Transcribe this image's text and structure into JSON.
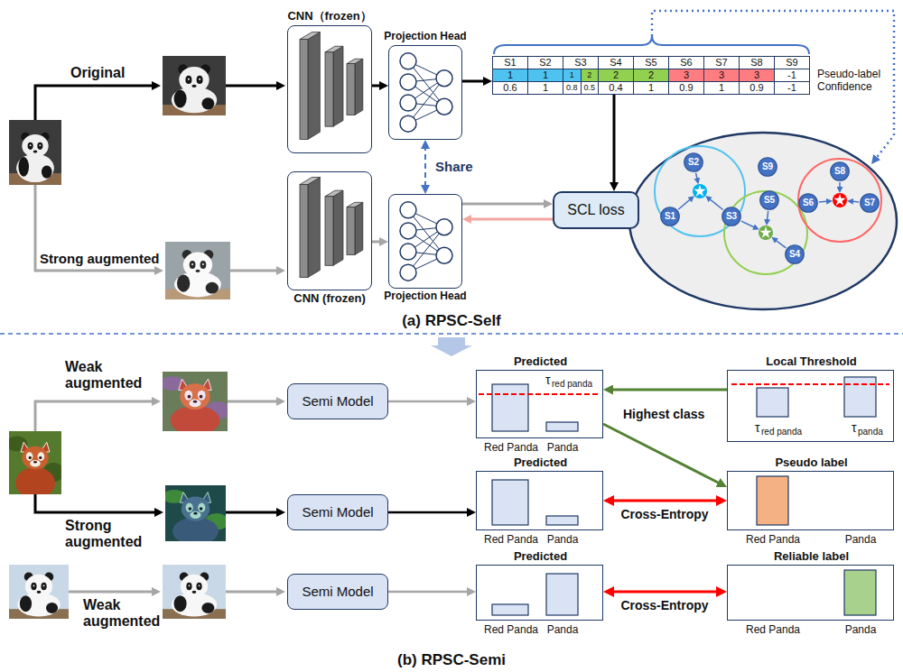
{
  "diagram": {
    "nodes": [
      {
        "text": [
          "CNN（frozen）"
        ]
      },
      {
        "text": [
          "Projection Head"
        ]
      },
      {
        "text": [
          "S1",
          "S2",
          "S3",
          "S4",
          "S5",
          "S6",
          "S7",
          "S8",
          "S9",
          "1",
          "1",
          "1",
          "2",
          "2",
          "2",
          "3",
          "3",
          "3",
          "-1",
          "0.6",
          "1",
          "0.8",
          "0.5",
          "0.4",
          "1",
          "0.9",
          "1",
          "0.9",
          "-1",
          "Pseudo-label",
          "Confidence"
        ]
      },
      {
        "text": [
          "CNN (frozen)"
        ]
      },
      {
        "text": [
          "Projection Head"
        ]
      },
      {
        "text": [
          "SCL loss"
        ]
      },
      {
        "text": [
          "S1"
        ]
      },
      {
        "text": [
          "S2"
        ]
      },
      {
        "text": [
          "S3"
        ]
      },
      {
        "text": [
          "S4"
        ]
      },
      {
        "text": [
          "S5"
        ]
      },
      {
        "text": [
          "S6"
        ]
      },
      {
        "text": [
          "S7"
        ]
      },
      {
        "text": [
          "S8"
        ]
      },
      {
        "text": [
          "S9"
        ]
      },
      {
        "text": [
          "Semi Model"
        ]
      },
      {
        "text": [
          "Predicted",
          "τ",
          "red panda",
          "Red Panda",
          "Panda"
        ]
      },
      {
        "text": [
          "Local Threshold",
          "τ",
          "red panda",
          "τ",
          "panda"
        ]
      },
      {
        "text": [
          "Semi Model"
        ]
      },
      {
        "text": [
          "Predicted",
          "Red Panda",
          "Panda"
        ]
      },
      {
        "text": [
          "Pseudo label",
          "Red Panda",
          "Panda"
        ]
      },
      {
        "text": [
          "Semi Model"
        ]
      },
      {
        "text": [
          "Predicted",
          "Red Panda",
          "Panda"
        ]
      },
      {
        "text": [
          "Reliable label",
          "Red Panda",
          "Panda"
        ]
      }
    ],
    "edges": [
      {
        "from": 0,
        "to": 1,
        "arrow": "to"
      },
      {
        "from": 1,
        "to": 2,
        "arrow": "to"
      },
      {
        "from": 1,
        "to": 4,
        "label": "Share",
        "arrow": "both"
      },
      {
        "from": 2,
        "to": 5,
        "arrow": "to"
      },
      {
        "from": 3,
        "to": 4,
        "arrow": "to"
      },
      {
        "from": 4,
        "to": 5,
        "arrow": "to"
      },
      {
        "from": 5,
        "to": 4,
        "arrow": "to"
      },
      {
        "from": 15,
        "to": 16,
        "arrow": "to"
      },
      {
        "from": 17,
        "to": 16,
        "arrow": "to"
      },
      {
        "from": 16,
        "to": 20,
        "label": "Highest class",
        "arrow": "to"
      },
      {
        "from": 18,
        "to": 19,
        "arrow": "to"
      },
      {
        "from": 19,
        "to": 20,
        "label": "Cross-Entropy",
        "arrow": "both"
      },
      {
        "from": 21,
        "to": 22,
        "arrow": "to"
      },
      {
        "from": 22,
        "to": 23,
        "label": "Cross-Entropy",
        "arrow": "both"
      }
    ],
    "labels": [
      "Original",
      "Strong augmented",
      "(a) RPSC-Self",
      "Weak augmented",
      "Strong augmented",
      "Weak augmented",
      "(b) RPSC-Semi"
    ]
  }
}
